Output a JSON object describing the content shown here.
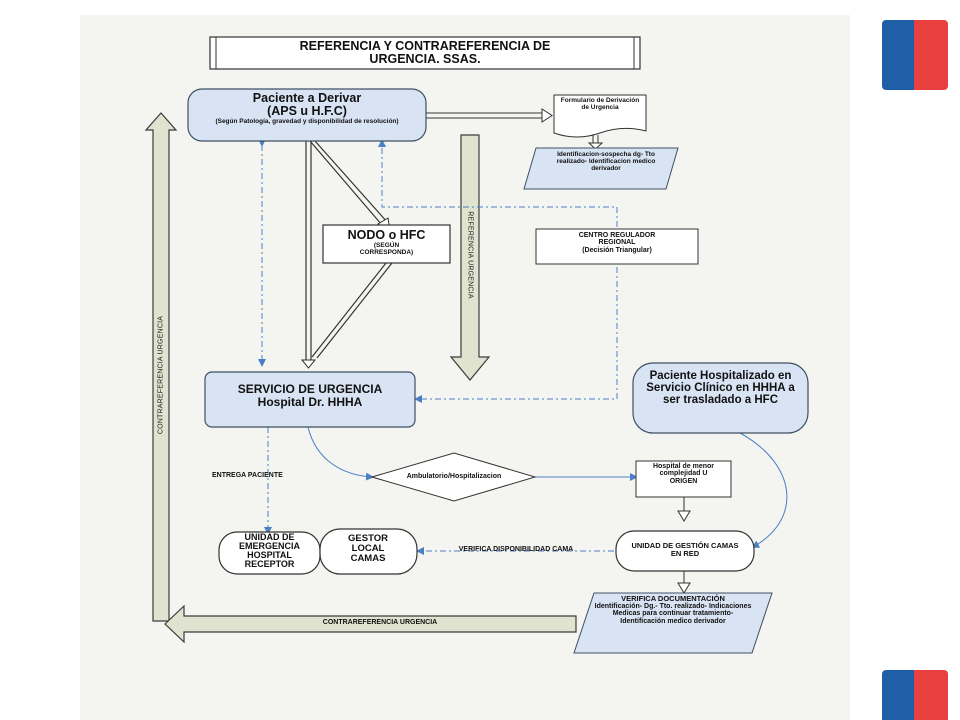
{
  "colors": {
    "paper": "#f4f4f1",
    "box_fill": "#d8e4f3",
    "box_stroke": "#3f4f63",
    "arrow_fill": "#dfe3cf",
    "arrow_stroke": "#3c3c3c",
    "dashed_line": "#4a7fc4",
    "flag_blue": "#1f5fa8",
    "flag_red": "#e8403f"
  },
  "title": {
    "line1": "REFERENCIA Y CONTRAREFERENCIA DE",
    "line2": "URGENCIA. SSAS."
  },
  "nodes": {
    "patient": {
      "line1": "Paciente a Derivar",
      "line2": "(APS u H.F.C)",
      "note": "(Según Patología,  gravedad y disponibilidad de resolución)"
    },
    "form": {
      "text": "Formulario de Derivación de Urgencia"
    },
    "identification": {
      "text": "Identificacion-sospecha dg- Tto realizado- Identificacion medico derivador"
    },
    "nodo": {
      "line1": "NODO o HFC",
      "line2": "(SEGÚN CORRESPONDA)"
    },
    "regulator": {
      "line1": "CENTRO REGULADOR REGIONAL",
      "line2": "(Decisión Triangular)"
    },
    "emergency_service": {
      "line1": "SERVICIO DE URGENCIA",
      "line2": "Hospital Dr. HHHA"
    },
    "hospitalized_patient": {
      "text": "Paciente Hospitalizado en Servicio Clínico en HHHA a ser trasladado a HFC"
    },
    "decision": {
      "text": "Ambulatorio/Hospitalizacion"
    },
    "lower_hospital": {
      "text": "Hospital de menor complejidad U ORIGEN"
    },
    "emergency_unit": {
      "text": "UNIDAD DE EMERGENCIA HOSPITAL RECEPTOR"
    },
    "bed_manager": {
      "text": "GESTOR LOCAL CAMAS"
    },
    "bed_management_unit": {
      "text": "UNIDAD DE GESTIÓN CAMAS EN RED"
    },
    "verify_docs": {
      "title": "VERIFICA DOCUMENTACIÓN",
      "text": "Identificación- Dg.- Tto. realizado- Indicaciones Medicas para continuar tratamiento-Identificación medico derivador"
    }
  },
  "labels": {
    "delivery": "ENTREGA PACIENTE",
    "verify_beds": "VERIFICA DISPONIBILIDAD CAMA",
    "counter_bottom": "CONTRAREFERENCIA URGENCIA",
    "counter_vertical": "CONTRAREFERENCIA URGENCIA",
    "reference_vertical": "REFERENCIA URGENCIA"
  }
}
